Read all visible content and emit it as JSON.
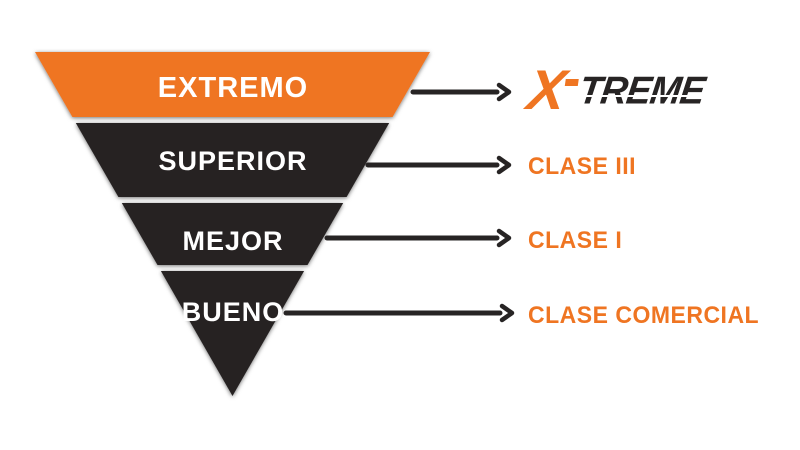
{
  "diagram_title": "funnel-quality-classes",
  "funnel": {
    "levels": [
      {
        "label": "EXTREMO",
        "tier": 1
      },
      {
        "label": "SUPERIOR",
        "tier": 2
      },
      {
        "label": "MEJOR",
        "tier": 3
      },
      {
        "label": "BUENO",
        "tier": 4
      }
    ]
  },
  "legend": {
    "brand": {
      "x": "X",
      "rest": "TREME"
    },
    "rows": [
      {
        "label": "CLASE III"
      },
      {
        "label": "CLASE I"
      },
      {
        "label": "CLASE COMERCIAL"
      }
    ]
  },
  "colors": {
    "orange": "#EF7522",
    "dark": "#272424",
    "white": "#ffffff"
  }
}
